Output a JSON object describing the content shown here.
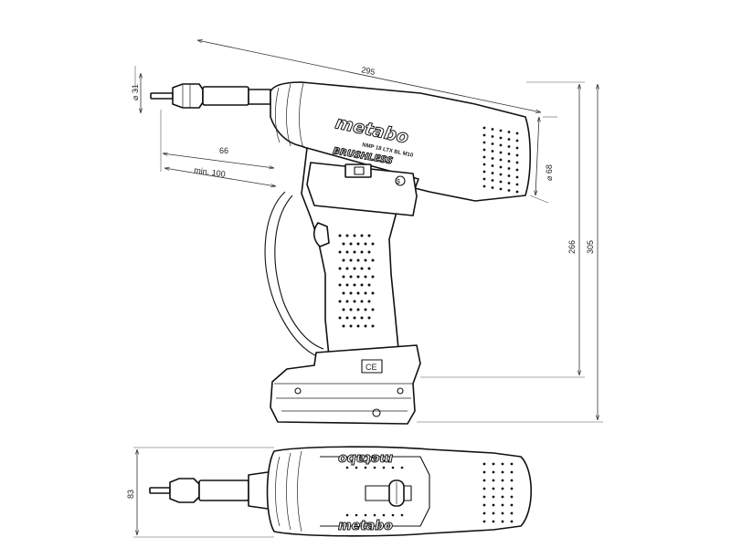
{
  "dimensions": {
    "length_total": "295",
    "nose_diameter": "⌀ 31",
    "nose_length": "66",
    "min_clearance": "min. 100",
    "housing_diameter": "⌀ 68",
    "height_body": "266",
    "height_total": "305",
    "width_top": "83"
  },
  "branding": {
    "logo": "metabo",
    "model": "NMP 18 LTX BL M10",
    "brushless": "BRUSHLESS",
    "ce_mark": "CE"
  }
}
